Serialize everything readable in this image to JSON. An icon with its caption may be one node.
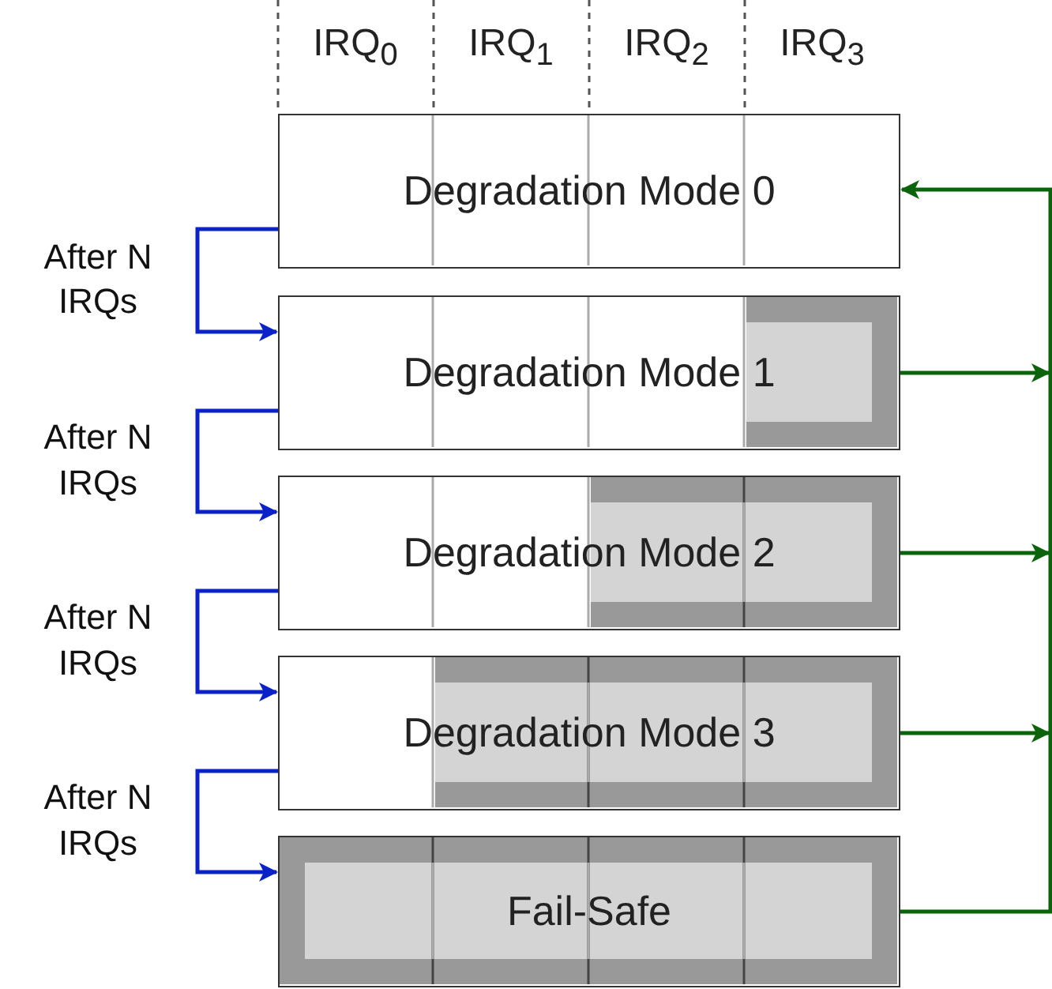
{
  "diagram": {
    "nodes": [
      {
        "text": [
          "Degradation Mode 0"
        ]
      },
      {
        "text": [
          "Degradation Mode 1"
        ]
      },
      {
        "text": [
          "Degradation Mode 2"
        ]
      },
      {
        "text": [
          "Degradation Mode 3"
        ]
      },
      {
        "text": [
          "Fail-Safe"
        ]
      }
    ],
    "edges": [
      {
        "from": 0,
        "to": 1,
        "arrow": "to",
        "label": "After N IRQs",
        "color": "#0a22c8"
      },
      {
        "from": 1,
        "to": 2,
        "arrow": "to",
        "label": "After N IRQs",
        "color": "#0a22c8"
      },
      {
        "from": 2,
        "to": 3,
        "arrow": "to",
        "label": "After N IRQs",
        "color": "#0a22c8"
      },
      {
        "from": 3,
        "to": 4,
        "arrow": "to",
        "label": "After N IRQs",
        "color": "#0a22c8"
      },
      {
        "from": 1,
        "to": 0,
        "arrow": "to",
        "color": "#0b640b"
      },
      {
        "from": 2,
        "to": 0,
        "arrow": "to",
        "color": "#0b640b"
      },
      {
        "from": 3,
        "to": 0,
        "arrow": "to",
        "color": "#0b640b"
      },
      {
        "from": 4,
        "to": 0,
        "arrow": "to",
        "color": "#0b640b"
      }
    ],
    "labels": [
      "IRQ$_{0}$",
      "IRQ$_{1}$",
      "IRQ$_{2}$",
      "IRQ$_{3}$"
    ]
  }
}
